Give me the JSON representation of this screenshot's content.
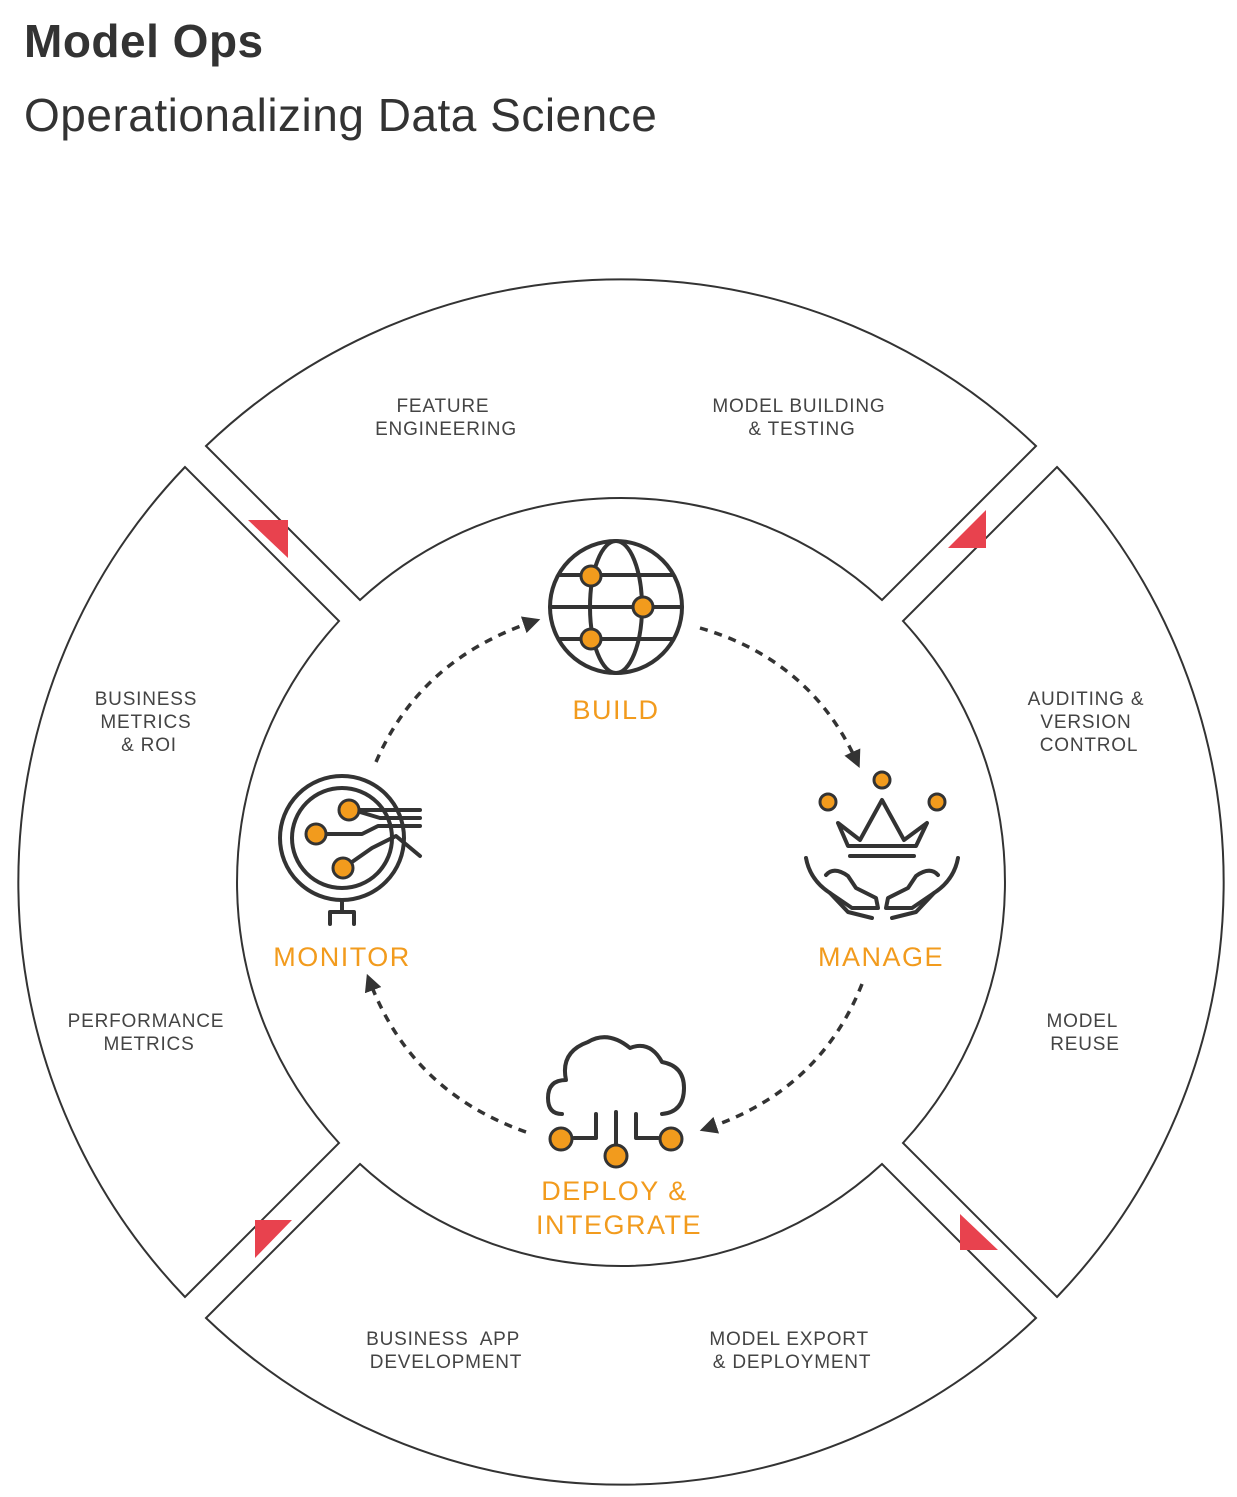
{
  "header": {
    "title": "Model Ops",
    "subtitle": "Operationalizing Data Science"
  },
  "outer_ring": {
    "top": {
      "lines": [
        "FEATURE",
        "ENGINEERING"
      ],
      "lines2": [
        "MODEL BUILDING",
        "& TESTING"
      ]
    },
    "right": {
      "lines": [
        "AUDITING &",
        "VERSION",
        "CONTROL"
      ],
      "lines2": [
        "MODEL",
        "REUSE"
      ]
    },
    "bottom": {
      "lines": [
        "BUSINESS  APP",
        "DEVELOPMENT"
      ],
      "lines2": [
        "MODEL EXPORT",
        "& DEPLOYMENT"
      ]
    },
    "left": {
      "lines": [
        "BUSINESS",
        "METRICS",
        "& ROI"
      ],
      "lines2": [
        "PERFORMANCE",
        "METRICS"
      ]
    }
  },
  "stages": {
    "build": {
      "label": "BUILD",
      "icon": "globe-network-icon"
    },
    "manage": {
      "label": "MANAGE",
      "icon": "crown-hands-icon"
    },
    "deploy": {
      "label_line1": "DEPLOY &",
      "label_line2": "INTEGRATE",
      "icon": "cloud-network-icon"
    },
    "monitor": {
      "label": "MONITOR",
      "icon": "magnifier-circuit-icon"
    }
  },
  "colors": {
    "accent": "#f29b1d",
    "arrow": "#e8424e",
    "line": "#333333"
  }
}
